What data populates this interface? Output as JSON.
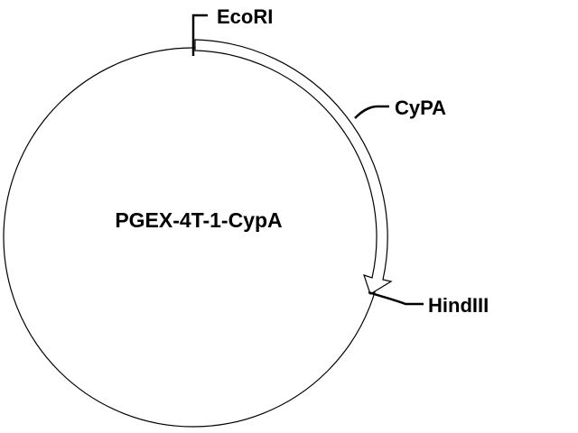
{
  "plasmid": {
    "name": "PGEX-4T-1-CypA"
  },
  "sites": {
    "ecori": "EcoRI",
    "hindiii": "HindIII"
  },
  "insert": {
    "label": "CyPA"
  },
  "colors": {
    "stroke": "#000000",
    "background": "#ffffff"
  }
}
